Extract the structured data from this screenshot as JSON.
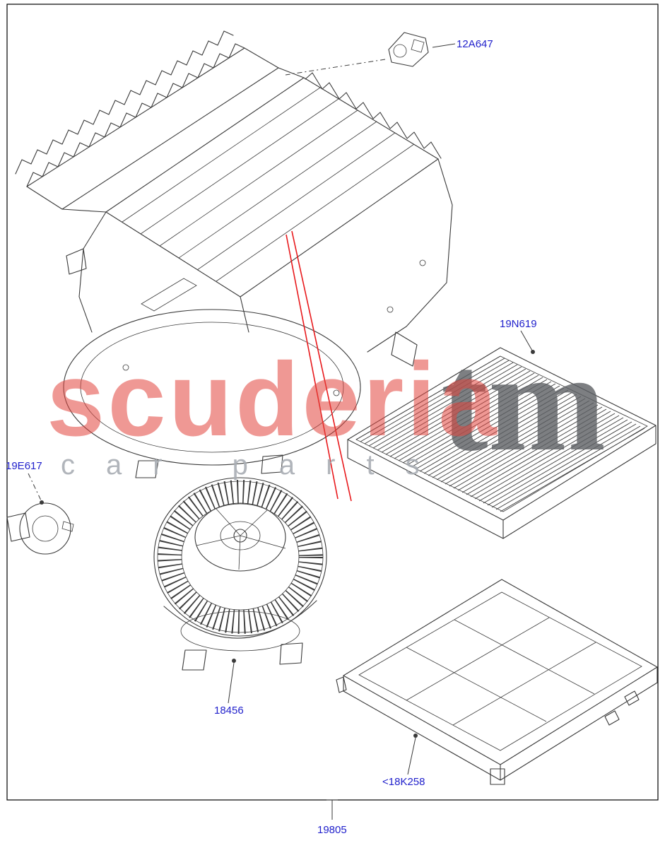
{
  "parts": [
    {
      "number": "12A647"
    },
    {
      "number": "19N619"
    },
    {
      "number": "19E617"
    },
    {
      "number": "18456"
    },
    {
      "number": "<18K258"
    },
    {
      "number": "19805"
    }
  ],
  "watermark": {
    "brand": "scuderia",
    "sub": "car parts",
    "tm": "tm"
  },
  "colors": {
    "line_color": "#3a3a3a",
    "label_color": "#2222cc",
    "pointer_color": "#e8191c",
    "brand_color": "#e2453e",
    "sub_color": "#a9aeb4",
    "tm_color": "#5d6064"
  }
}
